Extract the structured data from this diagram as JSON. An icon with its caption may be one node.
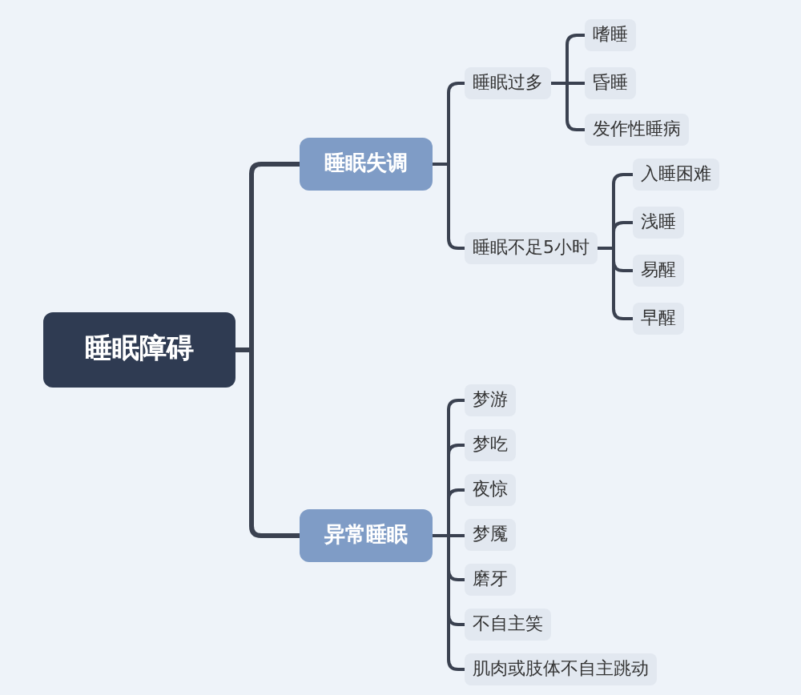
{
  "diagram": {
    "nodes": [
      {
        "text": [
          "睡眠障碍"
        ]
      },
      {
        "text": [
          "睡眠失调"
        ]
      },
      {
        "text": [
          "睡眠过多"
        ]
      },
      {
        "text": [
          "嗜睡"
        ]
      },
      {
        "text": [
          "昏睡"
        ]
      },
      {
        "text": [
          "发作性睡病"
        ]
      },
      {
        "text": [
          "睡眠不足5小时"
        ]
      },
      {
        "text": [
          "入睡困难"
        ]
      },
      {
        "text": [
          "浅睡"
        ]
      },
      {
        "text": [
          "易醒"
        ]
      },
      {
        "text": [
          "早醒"
        ]
      },
      {
        "text": [
          "异常睡眠"
        ]
      },
      {
        "text": [
          "梦游"
        ]
      },
      {
        "text": [
          "梦吃"
        ]
      },
      {
        "text": [
          "夜惊"
        ]
      },
      {
        "text": [
          "梦魇"
        ]
      },
      {
        "text": [
          "磨牙"
        ]
      },
      {
        "text": [
          "不自主笑"
        ]
      },
      {
        "text": [
          "肌肉或肢体不自主跳动"
        ]
      }
    ],
    "edges": [
      {
        "from": 0,
        "to": 1,
        "arrow": "none"
      },
      {
        "from": 1,
        "to": 2,
        "arrow": "none"
      },
      {
        "from": 2,
        "to": 3,
        "arrow": "none"
      },
      {
        "from": 2,
        "to": 4,
        "arrow": "none"
      },
      {
        "from": 2,
        "to": 5,
        "arrow": "none"
      },
      {
        "from": 1,
        "to": 6,
        "arrow": "none"
      },
      {
        "from": 6,
        "to": 7,
        "arrow": "none"
      },
      {
        "from": 6,
        "to": 8,
        "arrow": "none"
      },
      {
        "from": 6,
        "to": 9,
        "arrow": "none"
      },
      {
        "from": 6,
        "to": 10,
        "arrow": "none"
      },
      {
        "from": 0,
        "to": 11,
        "arrow": "none"
      },
      {
        "from": 11,
        "to": 12,
        "arrow": "none"
      },
      {
        "from": 11,
        "to": 13,
        "arrow": "none"
      },
      {
        "from": 11,
        "to": 14,
        "arrow": "none"
      },
      {
        "from": 11,
        "to": 15,
        "arrow": "none"
      },
      {
        "from": 11,
        "to": 16,
        "arrow": "none"
      },
      {
        "from": 11,
        "to": 17,
        "arrow": "none"
      },
      {
        "from": 11,
        "to": 18,
        "arrow": "none"
      }
    ]
  }
}
